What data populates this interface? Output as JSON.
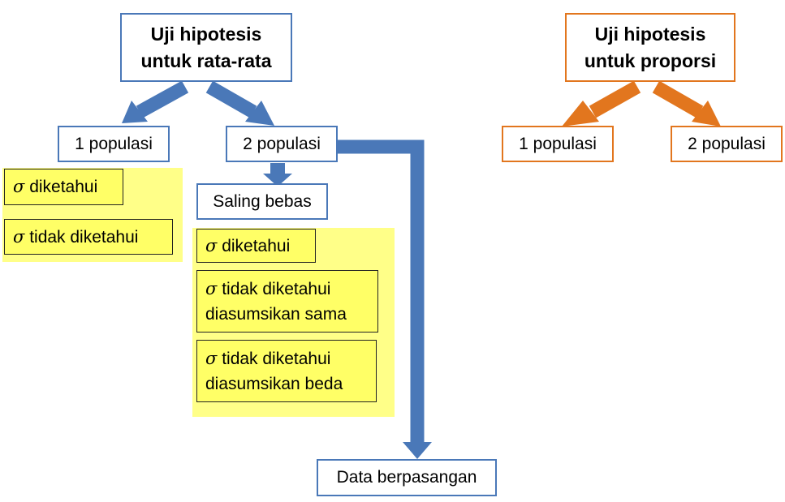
{
  "colors": {
    "mean_branch": "#4a78b8",
    "proportion_branch": "#e2761e",
    "highlight": "#ffff66"
  },
  "mean_test": {
    "title_line1": "Uji hipotesis",
    "title_line2": "untuk rata-rata",
    "one_population": {
      "label": "1 populasi",
      "cases": [
        "diketahui",
        "tidak diketahui"
      ]
    },
    "two_population": {
      "label": "2 populasi",
      "independent": {
        "label": "Saling bebas",
        "cases": [
          {
            "line1": "diketahui",
            "line2": ""
          },
          {
            "line1": "tidak diketahui",
            "line2": "diasumsikan sama"
          },
          {
            "line1": "tidak diketahui",
            "line2": "diasumsikan beda"
          }
        ]
      },
      "paired": {
        "label": "Data berpasangan"
      }
    }
  },
  "proportion_test": {
    "title_line1": "Uji hipotesis",
    "title_line2": "untuk proporsi",
    "one_population": {
      "label": "1 populasi"
    },
    "two_population": {
      "label": "2 populasi"
    }
  },
  "symbols": {
    "sigma": "σ"
  }
}
